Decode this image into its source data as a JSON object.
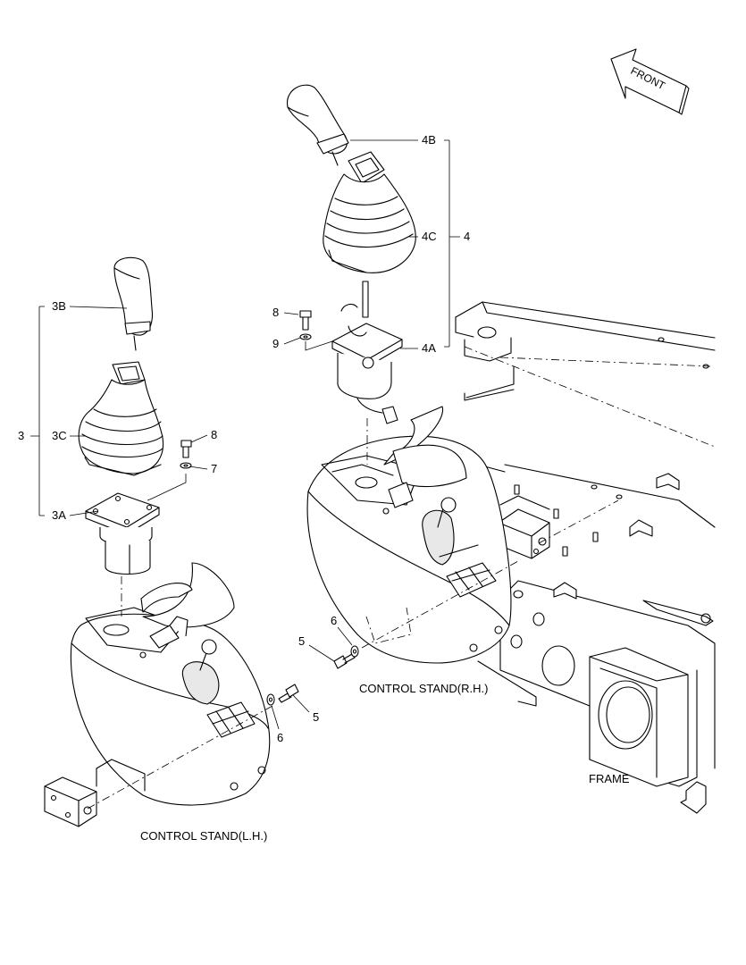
{
  "diagram": {
    "front_label": "FRONT",
    "captions": {
      "stand_lh": "CONTROL STAND(L.H.)",
      "stand_rh": "CONTROL STAND(R.H.)",
      "frame": "FRAME"
    },
    "callouts": {
      "c3": "3",
      "c3a": "3A",
      "c3b": "3B",
      "c3c": "3C",
      "c4": "4",
      "c4a": "4A",
      "c4b": "4B",
      "c4c": "4C",
      "c5_lh": "5",
      "c6_lh": "6",
      "c7": "7",
      "c8_lh": "8",
      "c5_rh": "5",
      "c6_rh": "6",
      "c8_rh": "8",
      "c9": "9"
    }
  }
}
